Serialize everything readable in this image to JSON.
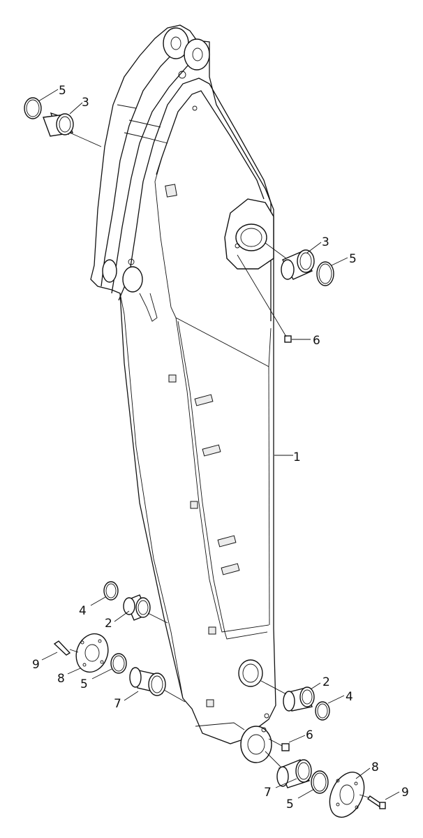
{
  "callouts": [
    {
      "id": "c-1",
      "label": "1"
    },
    {
      "id": "c-2a",
      "label": "2"
    },
    {
      "id": "c-2b",
      "label": "2"
    },
    {
      "id": "c-3a",
      "label": "3"
    },
    {
      "id": "c-3b",
      "label": "3"
    },
    {
      "id": "c-4a",
      "label": "4"
    },
    {
      "id": "c-4b",
      "label": "4"
    },
    {
      "id": "c-5a",
      "label": "5"
    },
    {
      "id": "c-5b",
      "label": "5"
    },
    {
      "id": "c-5c",
      "label": "5"
    },
    {
      "id": "c-5d",
      "label": "5"
    },
    {
      "id": "c-6a",
      "label": "6"
    },
    {
      "id": "c-6b",
      "label": "6"
    },
    {
      "id": "c-7a",
      "label": "7"
    },
    {
      "id": "c-7b",
      "label": "7"
    },
    {
      "id": "c-8a",
      "label": "8"
    },
    {
      "id": "c-8b",
      "label": "8"
    },
    {
      "id": "c-9a",
      "label": "9"
    },
    {
      "id": "c-9b",
      "label": "9"
    }
  ]
}
